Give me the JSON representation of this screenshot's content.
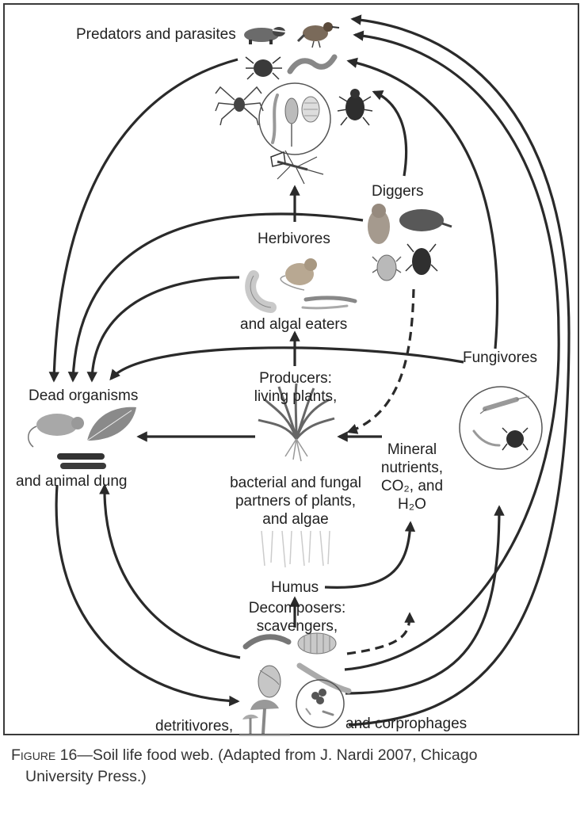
{
  "labels": {
    "predators": "Predators and parasites",
    "diggers": "Diggers",
    "herbivores": "Herbivores",
    "algal_eaters": "and algal eaters",
    "producers_1": "Producers:",
    "producers_2": "living plants,",
    "fungivores": "Fungivores",
    "dead_organisms": "Dead organisms",
    "animal_dung": "and animal dung",
    "mineral_1": "Mineral",
    "mineral_2": "nutrients,",
    "mineral_3": "CO₂, and",
    "mineral_4": "H₂O",
    "partners_1": "bacterial and fungal",
    "partners_2": "partners of plants,",
    "partners_3": "and algae",
    "humus": "Humus",
    "decomposers_1": "Decomposers:",
    "decomposers_2": "scavengers,",
    "detritivores": "detritivores,",
    "coprophages": "and corprophages"
  },
  "caption": {
    "figure_label": "Figure 16",
    "text_line1": "—Soil life food web. (Adapted from J. Nardi 2007, Chicago",
    "text_line2": "University Press.)"
  },
  "colors": {
    "arrow": "#2a2a2a",
    "border": "#3a3a3a",
    "text": "#222222"
  },
  "icons": [
    "badger-icon",
    "bird-icon",
    "mite-icon",
    "worm-icon",
    "spider-icon",
    "beetle-icon",
    "mosquito-icon",
    "microbes-icon",
    "vole-icon",
    "mole-icon",
    "cicada-nymph-icon",
    "bug-icon",
    "mouse-icon",
    "grub-icon",
    "slug-icon",
    "dead-mouse-icon",
    "leaf-icon",
    "dung-icon",
    "plant-icon",
    "springtail-icon",
    "roots-icon",
    "millipede-icon",
    "pillbug-icon",
    "snail-icon",
    "mushroom-icon",
    "bacteria-icon"
  ]
}
